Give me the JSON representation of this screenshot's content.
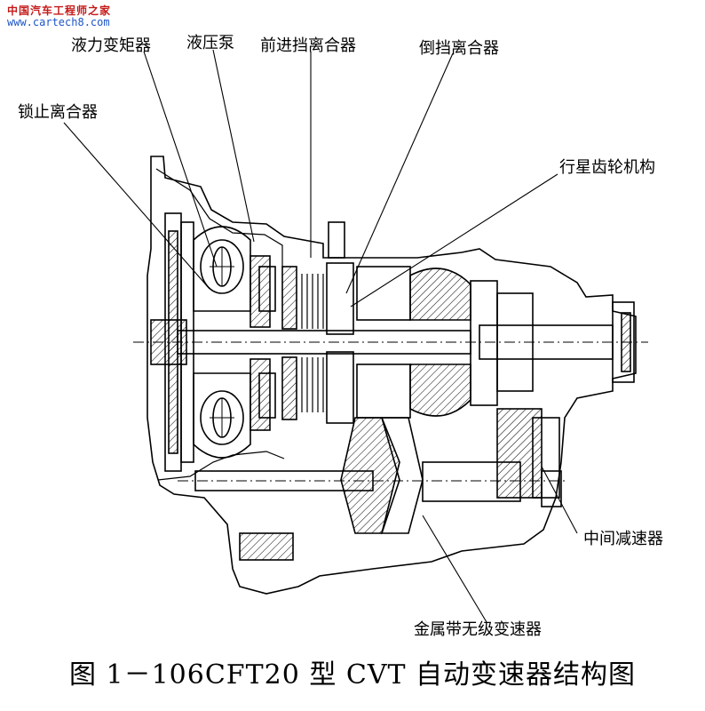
{
  "watermark": {
    "line1": "中国汽车工程师之家",
    "line2": "www.cartech8.com"
  },
  "labels": {
    "torque_converter": "液力变矩器",
    "hydraulic_pump": "液压泵",
    "forward_clutch": "前进挡离合器",
    "reverse_clutch": "倒挡离合器",
    "lockup_clutch": "锁止离合器",
    "planetary_gear": "行星齿轮机构",
    "intermediate_reducer": "中间减速器",
    "metal_belt_cvt": "金属带无级变速器"
  },
  "caption": "图 1－106CFT20 型 CVT 自动变速器结构图"
}
